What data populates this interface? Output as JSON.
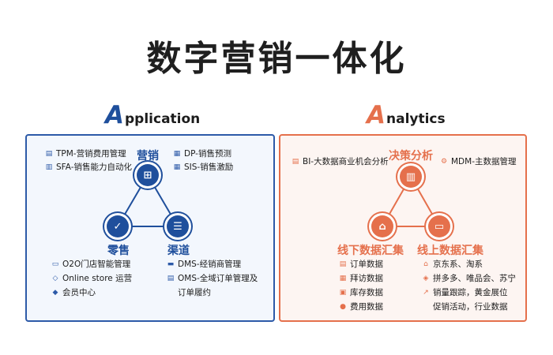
{
  "title": "数字营销一体化",
  "application": {
    "heading_big": "A",
    "heading_rest": "pplication",
    "nodes": {
      "top": "营销",
      "left": "零售",
      "right": "渠道"
    },
    "top_left_items": [
      "TPM-营销费用管理",
      "SFA-销售能力自动化"
    ],
    "top_right_items": [
      "DP-销售预测",
      "SIS-销售激励"
    ],
    "bottom_left_items": [
      "O2O门店智能管理",
      "Online store 运营",
      "会员中心"
    ],
    "bottom_right_items": [
      "DMS-经销商管理",
      "OMS-全域订单管理及",
      "订单履约"
    ],
    "icons": {
      "top": "sitemap-icon",
      "left": "shopping-bag-icon",
      "right": "list-icon"
    }
  },
  "analytics": {
    "heading_big": "A",
    "heading_rest": "nalytics",
    "nodes": {
      "top": "决策分析",
      "left": "线下数据汇集",
      "right": "线上数据汇集"
    },
    "top_left_items": [
      "BI-大数据商业机会分析"
    ],
    "top_right_items": [
      "MDM-主数据管理"
    ],
    "bottom_left_items": [
      "订单数据",
      "拜访数据",
      "库存数据",
      "费用数据"
    ],
    "bottom_right_items": [
      "京东系、淘系",
      "拼多多、唯品会、苏宁",
      "销量跟踪，黄金展位",
      "促销活动，行业数据"
    ],
    "icons": {
      "top": "chart-icon",
      "left": "store-icon",
      "right": "monitor-icon"
    }
  },
  "colors": {
    "blue": "#1f4f9c",
    "orange": "#e5704c"
  }
}
